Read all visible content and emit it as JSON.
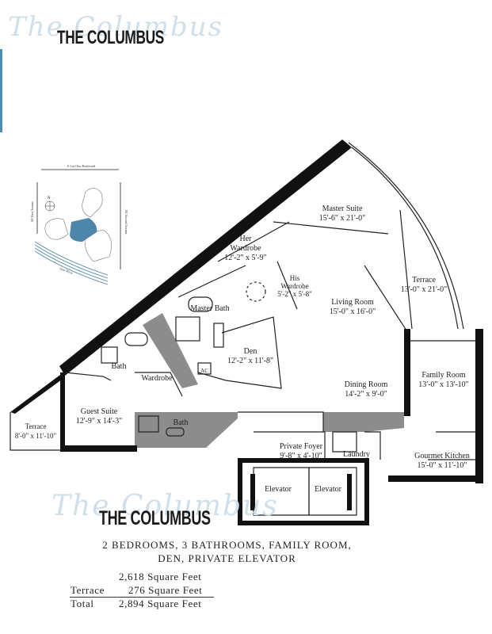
{
  "header": {
    "script_logo": "The Columbus",
    "title": "THE COLUMBUS"
  },
  "site_map": {
    "north": "N",
    "streets": [
      "E Las Olas Boulevard",
      "SE First Avenue",
      "SE Second Avenue",
      "New River"
    ],
    "highlight_color": "#4d86a8"
  },
  "rooms": [
    {
      "name": "Master Suite",
      "dims": "15'-6\" x 21'-0\""
    },
    {
      "name": "Her Wardrobe",
      "name2": "",
      "dims": "12'-2\" x 5'-9\""
    },
    {
      "name": "His Wardrobe",
      "dims": "5'-2\" x 5'-8\""
    },
    {
      "name": "Terrace",
      "dims": "13'-0\" x 21'-0\""
    },
    {
      "name": "Master Bath",
      "dims": ""
    },
    {
      "name": "Living Room",
      "dims": "15'-0\" x 16'-0\""
    },
    {
      "name": "Den",
      "dims": "12'-2\" x 11'-8\""
    },
    {
      "name": "Bath",
      "dims": ""
    },
    {
      "name": "Wardrobe",
      "dims": ""
    },
    {
      "name": "Dining Room",
      "dims": "14'-2\" x 9'-0\""
    },
    {
      "name": "Family Room",
      "dims": "13'-0\" x 13'-10\""
    },
    {
      "name": "Guest Suite",
      "dims": "12'-9\" x 14'-3\""
    },
    {
      "name": "Terrace",
      "dims": "8'-0\" x 11'-10\""
    },
    {
      "name": "Bath",
      "dims": ""
    },
    {
      "name": "Private Foyer",
      "dims": "9'-8\" x 4'-10\""
    },
    {
      "name": "Laundry",
      "dims": ""
    },
    {
      "name": "Gourmet Kitchen",
      "dims": "15'-0\" x 11'-10\""
    },
    {
      "name": "Elevator",
      "dims": ""
    },
    {
      "name": "Elevator",
      "dims": ""
    },
    {
      "name": "AC",
      "dims": ""
    }
  ],
  "footer": {
    "script_logo": "The Columbus",
    "title": "THE COLUMBUS",
    "desc_line1": "2 BEDROOMS, 3 BATHROOMS, FAMILY ROOM,",
    "desc_line2": "DEN, PRIVATE ELEVATOR",
    "area": [
      {
        "label": "",
        "value": "2,618 Square Feet"
      },
      {
        "label": "Terrace",
        "value": "276 Square Feet"
      },
      {
        "label": "Total",
        "value": "2,894 Square Feet"
      }
    ]
  }
}
